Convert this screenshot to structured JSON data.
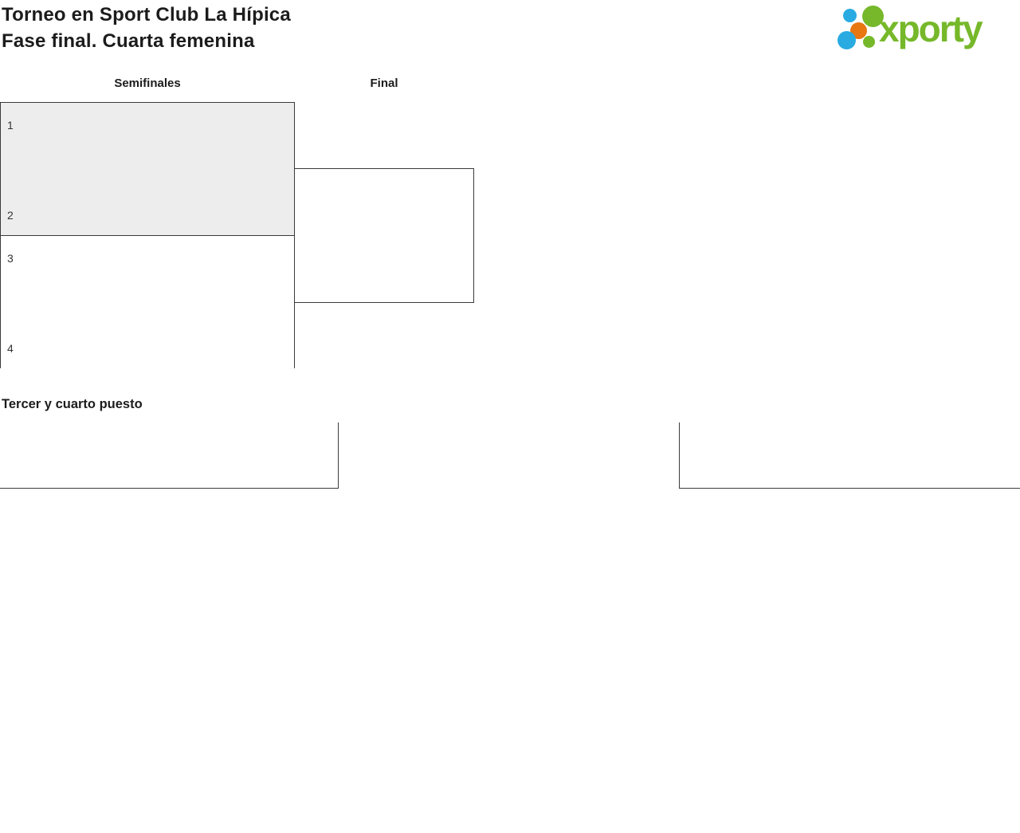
{
  "page": {
    "title_line1": "Torneo en Sport Club La Hípica",
    "title_line2": "Fase final. Cuarta femenina"
  },
  "logo": {
    "wordmark": "xporty",
    "colors": {
      "green": "#76b82a",
      "blue": "#29abe2",
      "orange": "#e87611"
    }
  },
  "bracket": {
    "round_headers": [
      {
        "label": "Semifinales"
      },
      {
        "label": "Final"
      }
    ],
    "semifinal_matches": [
      {
        "highlighted": true,
        "slots": [
          {
            "seed": "1"
          },
          {
            "seed": "2"
          }
        ]
      },
      {
        "highlighted": false,
        "slots": [
          {
            "seed": "3"
          },
          {
            "seed": "4"
          }
        ]
      }
    ],
    "final_match": {
      "slots": []
    }
  },
  "third_place": {
    "heading": "Tercer y cuarto puesto"
  },
  "colors": {
    "border": "#3a3a3a",
    "highlight_bg": "#ededed",
    "text": "#1c1c1c"
  }
}
